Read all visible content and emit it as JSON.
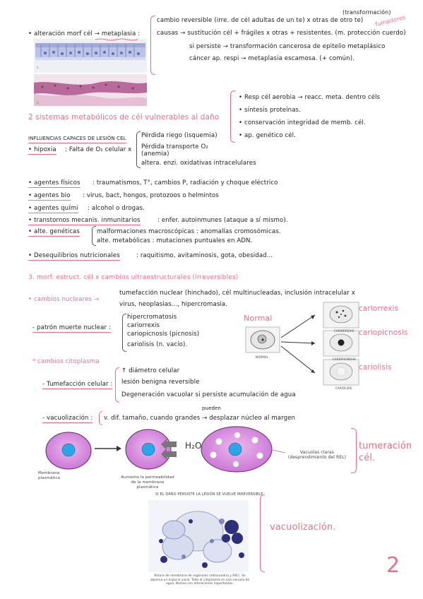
{
  "s1": {
    "label": "• alteración morf cél → metaplasia :",
    "note_transf": "(transformación)",
    "note_fum": "fumadores",
    "l1": "cambio reversible (irre. de cél adultas de un te) x otras de otro te)",
    "l2": "causas → sustitución cél + frágiles x otras + resistentes. (m. protección cuerdo)",
    "l3": "si persiste → transformación cancerosa de epitelio metaplásico",
    "l4": "cáncer ap. respi → metaplasia escamosa. (+ común)."
  },
  "s2": {
    "title": "2 sistemas metabólicos de cél vulnerables al daño",
    "items": [
      "• Resp cél aerobia → reacc. meta. dentro céls",
      "• síntesis proteínas.",
      "• conservación integridad de memb. cél.",
      "• ap. genético cél."
    ]
  },
  "inf": {
    "title": "influencias capaces de lesión cel",
    "hipoxia": "• hipoxia",
    "hipoxia_rest": ": Falta de O₂ celular x",
    "h1": "Pérdida riego (isquemia)",
    "h2": "Pérdida transporte O₂",
    "h3": "(anemia)",
    "h4": "altera. enzi. oxidativas intracelulares",
    "fis_label": "• agentes físicos",
    "fis_text": ": traumatismos, T°, cambios P, radiación y choque eléctrico",
    "bio_label": "• agentes bio",
    "bio_text": ": virus, bact, hongos, protozoos o helmintos",
    "quim_label": "• agentes quími",
    "quim_text": ": alcohol o drogas.",
    "inm_label": "• transtornos mecanis. inmunitarios",
    "inm_text": ": enfer. autoinmunes (ataque a sí mismo).",
    "gen_label": "• alte. genéticas",
    "gen1": "malformaciones macroscópicas : anomalías cromosómicas.",
    "gen2": "alte. metabólicas : mutaciones puntuales en ADN.",
    "nut_label": "• Desequilibrios nutricionales",
    "nut_text": ": raquitismo, avitaminosis, gota, obesidad..."
  },
  "s3": {
    "title": "3. morf. estruct. cél x cambios ultraestructurales (irreversibles)",
    "nuc_label": "• cambios nucleares →",
    "nuc1": "tumefacción nuclear (hinchado), cél multinucleadas, inclusión intracelular x",
    "nuc2": "virus, neoplasias..., hipercromasia.",
    "patron": "- patrón muerte nuclear :",
    "p1": "hipercromatosis",
    "p2": "cariorrexis",
    "p3": "cariopicnosis (picnosis)",
    "p4": "cariolisis (n. vacío).",
    "normal": "Normal",
    "k_rex": "cariorrexis",
    "k_pic": "cariopicnosis",
    "k_lis": "cariolisis",
    "fig_normal": "NORMAL",
    "fig_rex": "CARIORREXIS",
    "fig_pic": "CARIOPICNOSIS",
    "fig_lis": "CARIOLISIS",
    "cito": "* cambios citoplasma",
    "tum_label": "- Tumefacción celular :",
    "t1": "↑ diámetro celular",
    "t2": "lesión benigna reversible",
    "t3": "Degeneración vacuolar si persiste acumulación de agua",
    "vac_label": "- vacuolización :",
    "pueden": "pueden",
    "vac_text": "v. dif. tamaño, cuando grandes → desplazar núcleo al margen",
    "h2o": "H₂O",
    "membrana": "Membrana plasmática",
    "aumenta": "Aumenta la permeabilidad de la membrana plasmática",
    "vacuolas": "Vacuolas claras (desprendimiento del REL)",
    "tum_side": "tumeración cél.",
    "irrev": "SI EL DAÑO PERSISTE LA LESIÓN SE VUELVE IRREVERSIBLE",
    "caption": "Rotura de membrana de orgánulos (mitocondria y REL). Se observa un espacio vacío. Todo el citoplasma es una vacuola de agua. Núcleo con alteraciones importantes.",
    "vac_side": "vacuolización.",
    "page": "2"
  }
}
